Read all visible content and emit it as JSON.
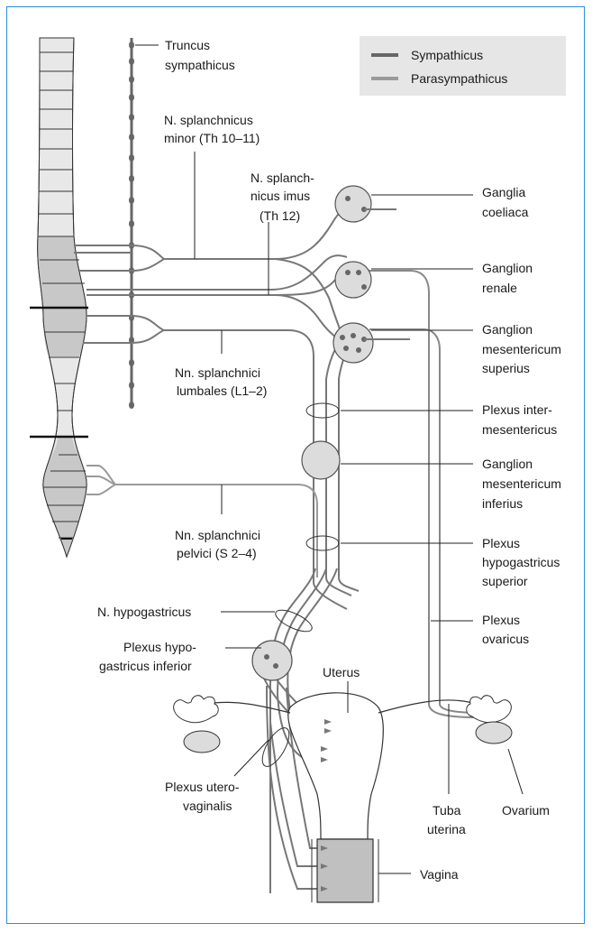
{
  "legend": {
    "items": [
      {
        "label": "Sympathicus",
        "color": "#666666"
      },
      {
        "label": "Parasympathicus",
        "color": "#9a9a9a"
      }
    ]
  },
  "labels": {
    "truncus_1": "Truncus",
    "truncus_2": "sympathicus",
    "minor_1": "N. splanchnicus",
    "minor_2": "minor (Th 10–11)",
    "imus_1": "N. splanch-",
    "imus_2": "nicus imus",
    "imus_3": "(Th 12)",
    "lumb_1": "Nn. splanchnici",
    "lumb_2": "lumbales (L1–2)",
    "pelv_1": "Nn. splanchnici",
    "pelv_2": "pelvici (S 2–4)",
    "hypog": "N. hypogastricus",
    "phi_1": "Plexus hypo-",
    "phi_2": "gastricus inferior",
    "puv_1": "Plexus utero-",
    "puv_2": "vaginalis",
    "uterus": "Uterus",
    "gc_1": "Ganglia",
    "gc_2": "coeliaca",
    "gr_1": "Ganglion",
    "gr_2": "renale",
    "gms_1": "Ganglion",
    "gms_2": "mesentericum",
    "gms_3": "superius",
    "pim_1": "Plexus inter-",
    "pim_2": "mesentericus",
    "gmi_1": "Ganglion",
    "gmi_2": "mesentericum",
    "gmi_3": "inferius",
    "phs_1": "Plexus",
    "phs_2": "hypogastricus",
    "phs_3": "superior",
    "po_1": "Plexus",
    "po_2": "ovaricus",
    "tuba_1": "Tuba",
    "tuba_2": "uterina",
    "ovarium": "Ovarium",
    "vagina": "Vagina"
  }
}
